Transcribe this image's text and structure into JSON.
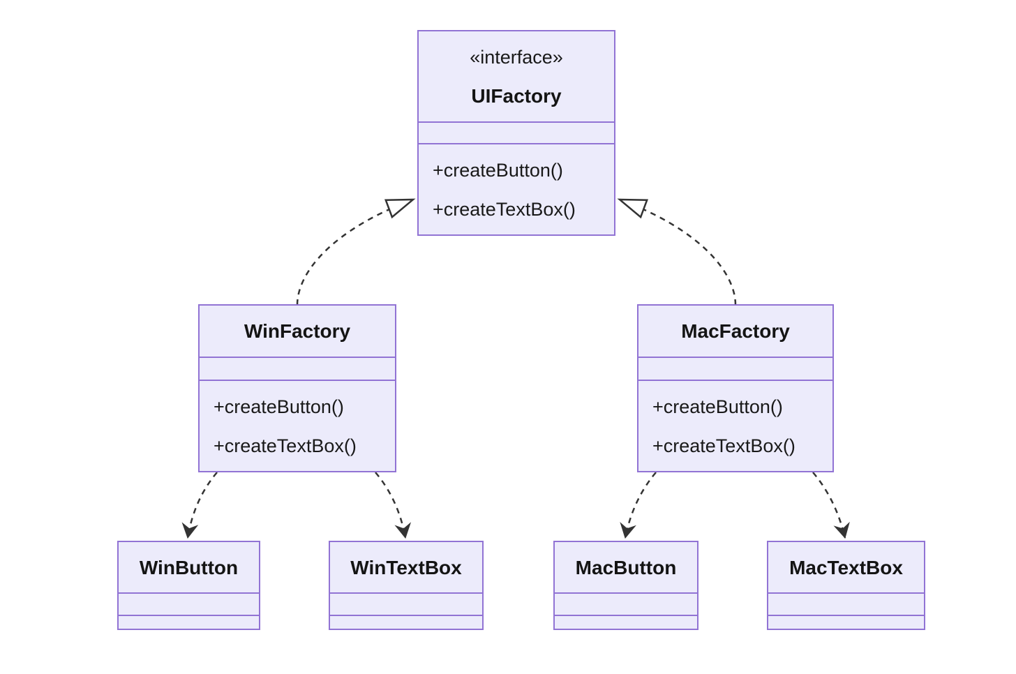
{
  "diagram": {
    "colors": {
      "background": "#ffffff",
      "node_fill": "#ECEBFB",
      "node_border": "#9173D4",
      "edge_line": "#333333",
      "text": "#191919"
    },
    "classes": [
      {
        "name": "UIFactory",
        "stereotype": "«interface»",
        "attributes": [],
        "methods": [
          "+createButton()",
          "+createTextBox()"
        ]
      },
      {
        "name": "WinFactory",
        "attributes": [],
        "methods": [
          "+createButton()",
          "+createTextBox()"
        ]
      },
      {
        "name": "MacFactory",
        "attributes": [],
        "methods": [
          "+createButton()",
          "+createTextBox()"
        ]
      },
      {
        "name": "WinButton",
        "attributes": [],
        "methods": []
      },
      {
        "name": "WinTextBox",
        "attributes": [],
        "methods": []
      },
      {
        "name": "MacButton",
        "attributes": [],
        "methods": []
      },
      {
        "name": "MacTextBox",
        "attributes": [],
        "methods": []
      }
    ],
    "relations": [
      {
        "from": "WinFactory",
        "to": "UIFactory",
        "type": "realization",
        "line": "dashed",
        "arrowhead": "hollow-triangle"
      },
      {
        "from": "MacFactory",
        "to": "UIFactory",
        "type": "realization",
        "line": "dashed",
        "arrowhead": "hollow-triangle"
      },
      {
        "from": "WinFactory",
        "to": "WinButton",
        "type": "dependency",
        "line": "dashed",
        "arrowhead": "filled-vee"
      },
      {
        "from": "WinFactory",
        "to": "WinTextBox",
        "type": "dependency",
        "line": "dashed",
        "arrowhead": "filled-vee"
      },
      {
        "from": "MacFactory",
        "to": "MacButton",
        "type": "dependency",
        "line": "dashed",
        "arrowhead": "filled-vee"
      },
      {
        "from": "MacFactory",
        "to": "MacTextBox",
        "type": "dependency",
        "line": "dashed",
        "arrowhead": "filled-vee"
      }
    ]
  }
}
